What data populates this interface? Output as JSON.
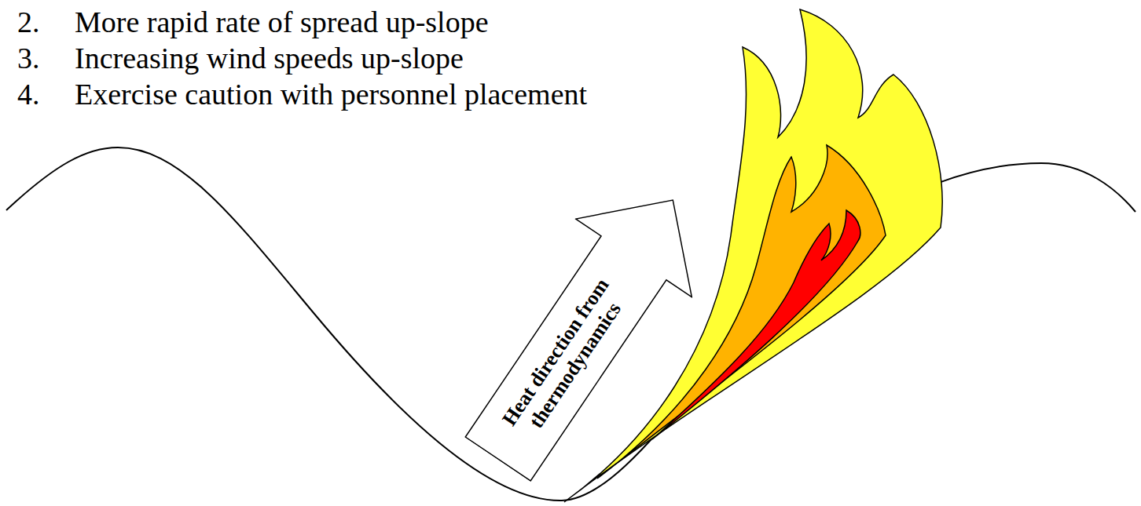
{
  "diagram": {
    "nodes": [
      {
        "text": [
          "Heat direction from thermodynamics"
        ]
      }
    ],
    "labels": [
      "2.",
      "More rapid rate of spread up-slope",
      "3.",
      "Increasing wind speeds up-slope",
      "4.",
      "Exercise caution with personnel placement"
    ]
  }
}
